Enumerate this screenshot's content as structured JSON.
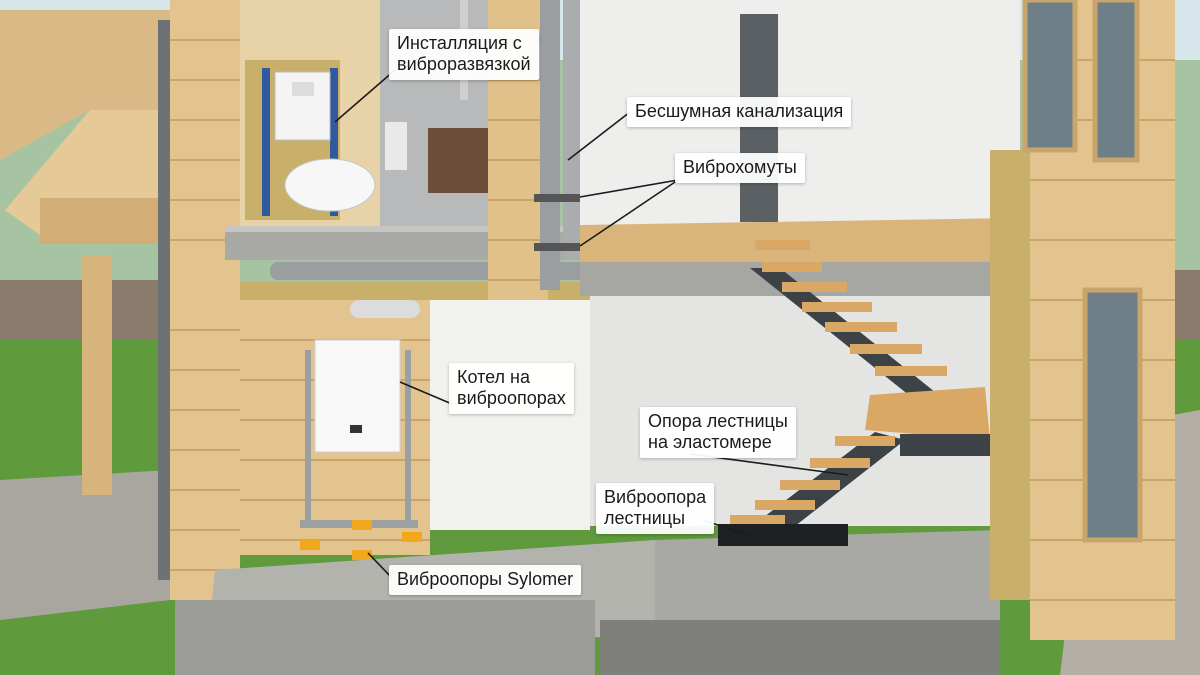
{
  "colors": {
    "sky": "#cfe3ea",
    "grass": "#5f9a3c",
    "wood": "#e3c48f",
    "wood_dark": "#c9a56b",
    "concrete": "#b9b9b4",
    "wall_white": "#eeeeec",
    "insulation": "#c8b06a",
    "pipe": "#9a9ea1",
    "elastomer": "#f2a81d",
    "steel": "#4a4f54",
    "callout_bg": "#ffffff",
    "callout_text": "#1b1b1b",
    "leader": "#1b1b1b"
  },
  "callouts": {
    "installation": {
      "line1": "Инсталляция с",
      "line2": "виброразвязкой"
    },
    "sewer": {
      "line1": "Бесшумная канализация"
    },
    "clamps": {
      "line1": "Виброхомуты"
    },
    "boiler": {
      "line1": "Котел на",
      "line2": "виброопорах"
    },
    "stair_support": {
      "line1": "Опора лестницы",
      "line2": "на эластомере"
    },
    "stair_mount": {
      "line1": "Виброопора",
      "line2": "лестницы"
    },
    "sylomer": {
      "line1": "Виброопоры Sylomer"
    }
  }
}
